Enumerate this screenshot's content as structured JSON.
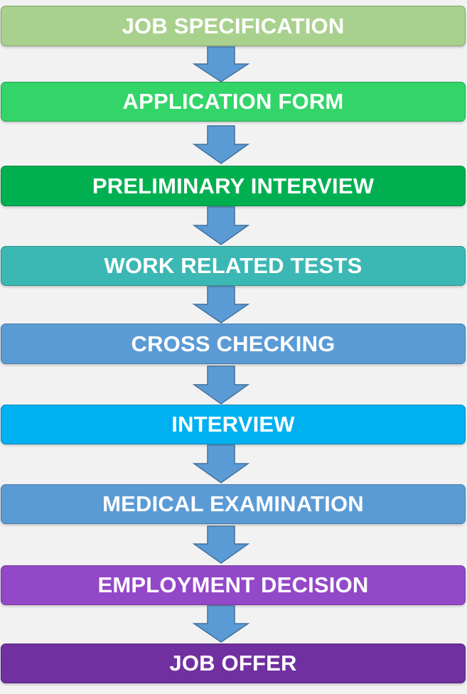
{
  "flowchart": {
    "steps": [
      {
        "label": "JOB SPECIFICATION",
        "color": "#a9d18e"
      },
      {
        "label": "APPLICATION FORM",
        "color": "#33d569"
      },
      {
        "label": "PRELIMINARY INTERVIEW",
        "color": "#00b050"
      },
      {
        "label": "WORK RELATED TESTS",
        "color": "#3cb8b4"
      },
      {
        "label": "CROSS CHECKING",
        "color": "#5b9bd5"
      },
      {
        "label": "INTERVIEW",
        "color": "#00b0f0"
      },
      {
        "label": "MEDICAL EXAMINATION",
        "color": "#5b9bd5"
      },
      {
        "label": "EMPLOYMENT DECISION",
        "color": "#9348c8"
      },
      {
        "label": "JOB OFFER",
        "color": "#7030a0"
      }
    ],
    "arrow_color": "#5b9bd5",
    "arrow_icon": "down-arrow-icon"
  }
}
